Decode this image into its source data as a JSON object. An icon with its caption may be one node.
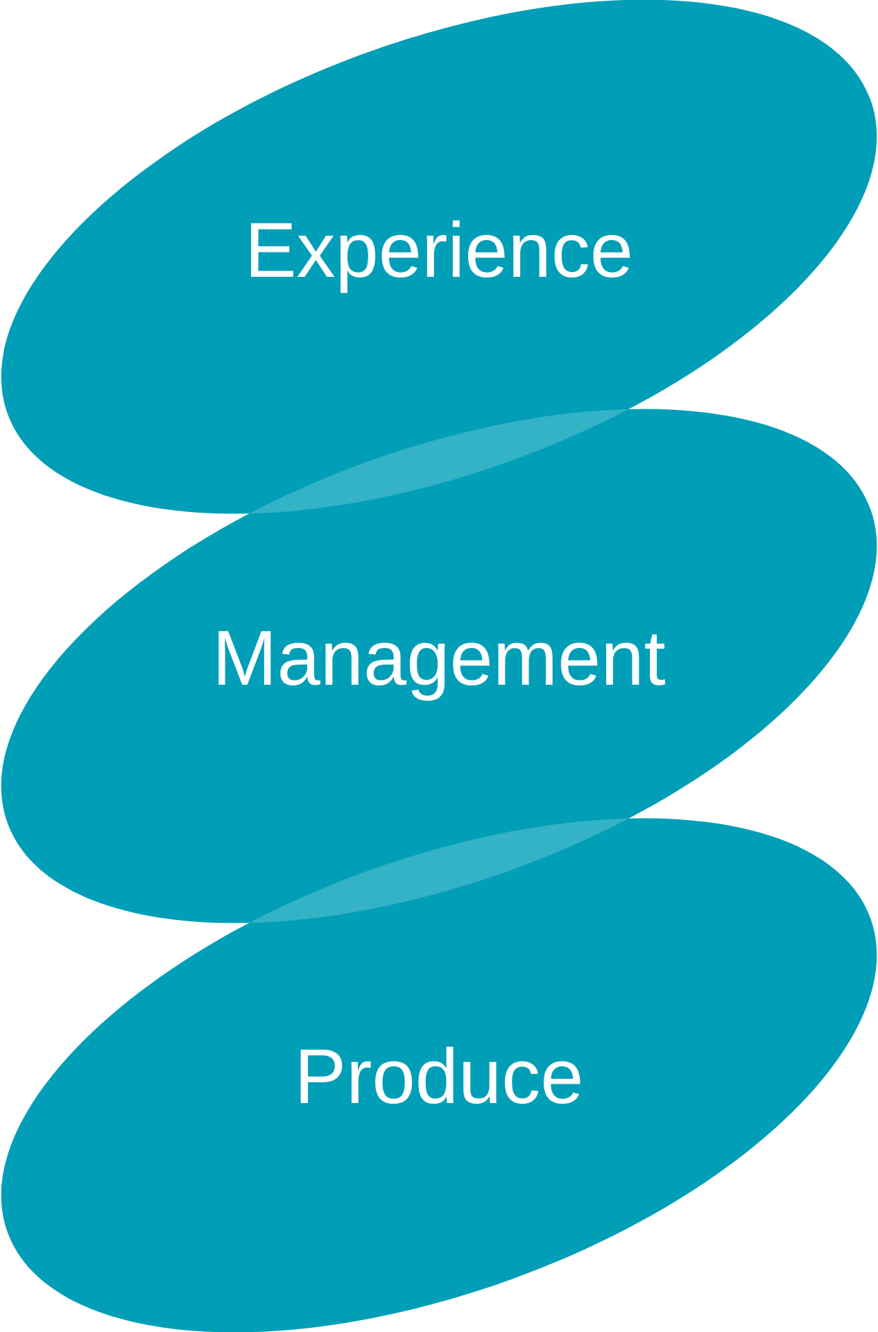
{
  "diagram": {
    "nodes": [
      {
        "text": [
          "Experience"
        ]
      },
      {
        "text": [
          "Management"
        ]
      },
      {
        "text": [
          "Produce"
        ]
      }
    ]
  }
}
